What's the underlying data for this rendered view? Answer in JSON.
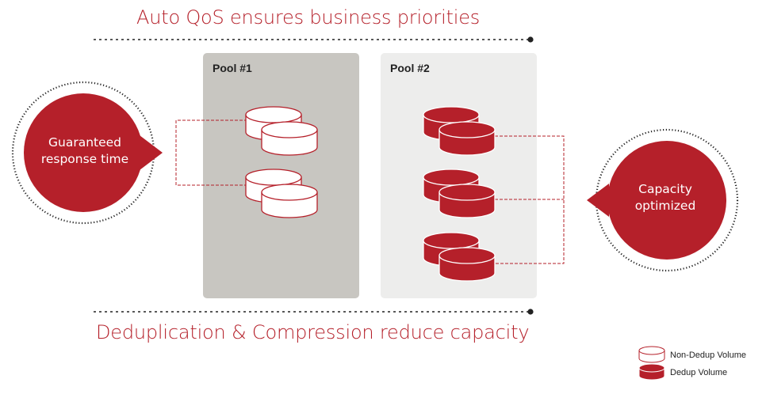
{
  "titles": {
    "top": "Auto QoS ensures business priorities",
    "bottom": "Deduplication & Compression reduce capacity"
  },
  "pools": [
    {
      "label": "Pool #1",
      "volume_type": "non-dedup",
      "volumes": 2
    },
    {
      "label": "Pool #2",
      "volume_type": "dedup",
      "volumes": 3
    }
  ],
  "callouts": {
    "left": [
      "Guaranteed",
      "response time"
    ],
    "right": [
      "Capacity",
      "optimized"
    ]
  },
  "legend": {
    "non_dedup": "Non-Dedup Volume",
    "dedup": "Dedup Volume"
  },
  "colors": {
    "accent": "#b5202a",
    "pool1_bg": "#c8c6c1",
    "pool2_bg": "#ededec"
  }
}
